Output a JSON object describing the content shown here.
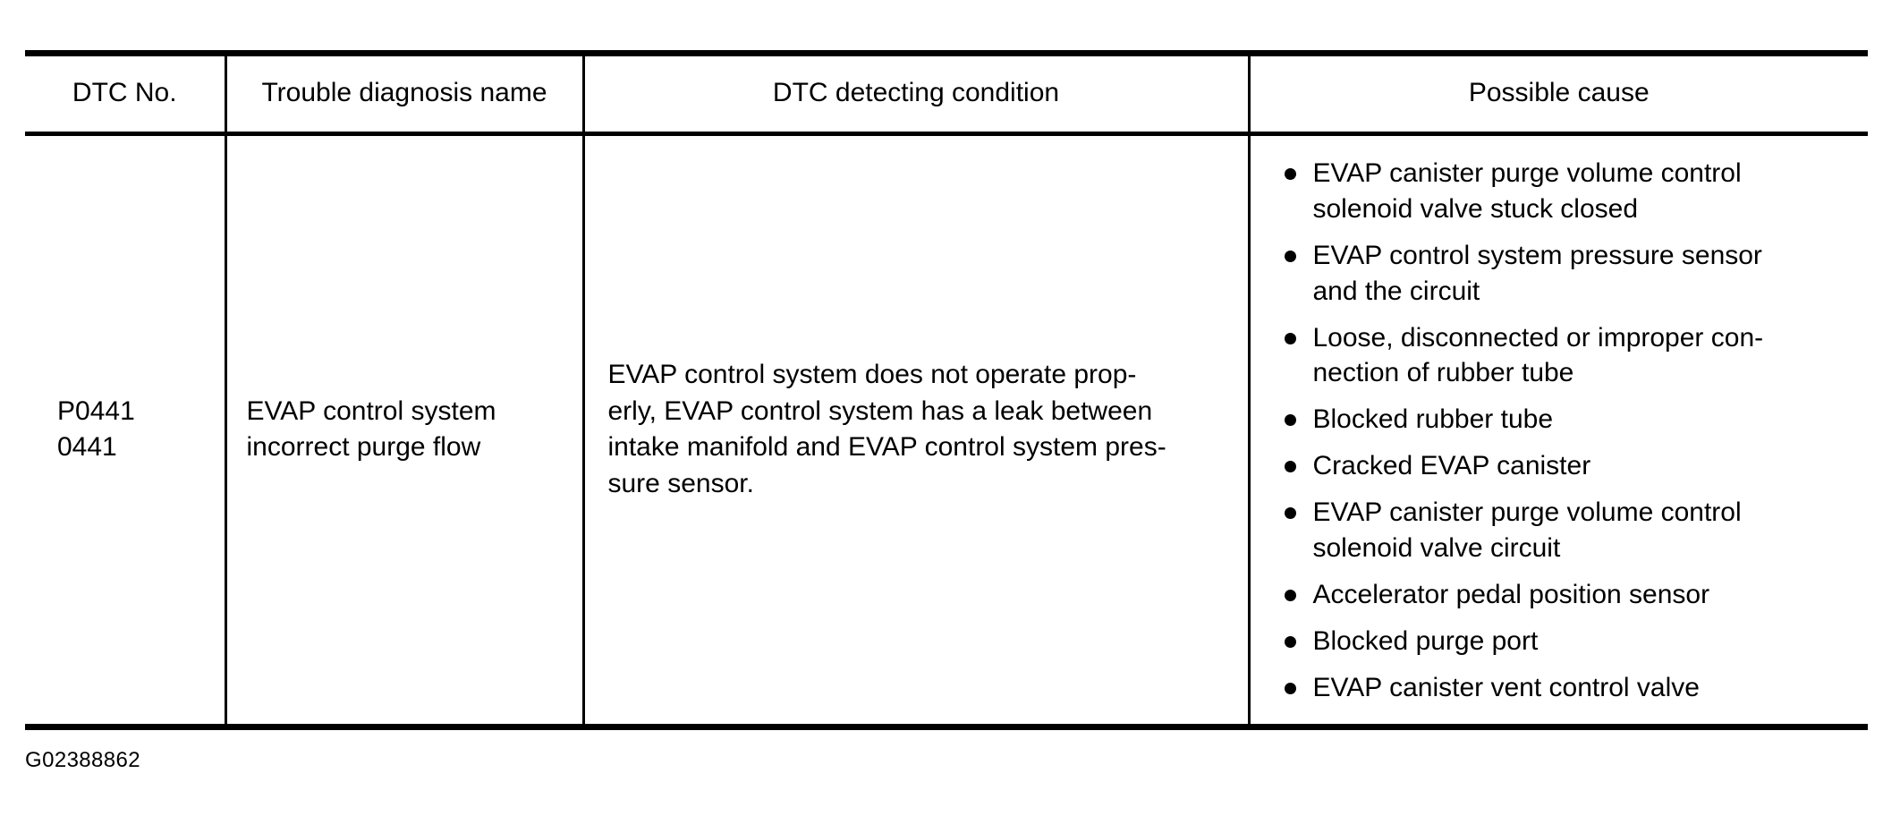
{
  "table": {
    "columns": [
      {
        "key": "dtc_no",
        "header": "DTC No."
      },
      {
        "key": "name",
        "header": "Trouble diagnosis name"
      },
      {
        "key": "condition",
        "header": "DTC detecting condition"
      },
      {
        "key": "cause",
        "header": "Possible cause"
      }
    ],
    "rows": [
      {
        "dtc_no": [
          "P0441",
          "0441"
        ],
        "name": [
          "EVAP control system",
          "incorrect purge flow"
        ],
        "condition": [
          "EVAP control system does not operate prop-",
          "erly, EVAP control system has a leak between",
          "intake manifold and EVAP control system pres-",
          "sure sensor."
        ],
        "cause": [
          [
            "EVAP canister purge volume control",
            "solenoid valve stuck closed"
          ],
          [
            "EVAP control system pressure sensor",
            "and the circuit"
          ],
          [
            "Loose, disconnected or improper con-",
            "nection of rubber tube"
          ],
          [
            "Blocked rubber tube"
          ],
          [
            "Cracked EVAP canister"
          ],
          [
            "EVAP canister purge volume control",
            "solenoid valve circuit"
          ],
          [
            "Accelerator pedal position sensor"
          ],
          [
            "Blocked purge port"
          ],
          [
            "EVAP canister vent control valve"
          ]
        ]
      }
    ]
  },
  "figure_id": "G02388862",
  "colors": {
    "text": "#000000",
    "rule": "#000000",
    "background": "#ffffff"
  }
}
